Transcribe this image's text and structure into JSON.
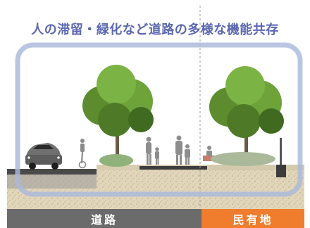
{
  "title": "人の滞留・緑化など道路の多様な機能共存",
  "zones": {
    "road": {
      "label": "道路",
      "color": "#6b6b6b"
    },
    "private_land": {
      "label": "民有地",
      "color": "#ef7d2d"
    }
  },
  "highlight_color": "#aab9dc"
}
